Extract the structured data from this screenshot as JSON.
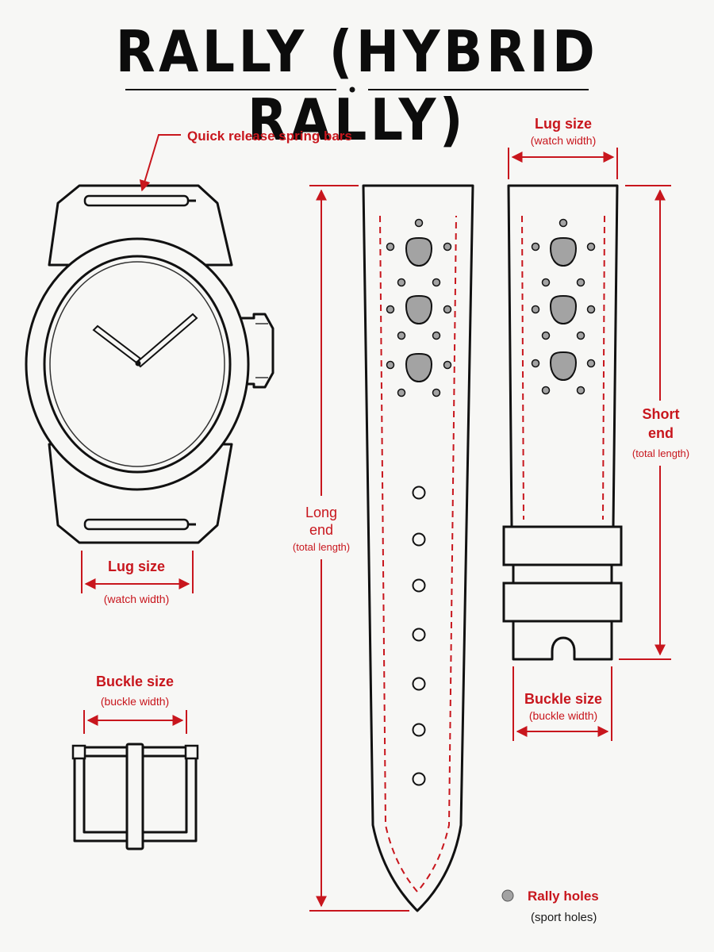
{
  "title": "RALLY (HYBRID RALLY)",
  "labels": {
    "spring_bars": "Quick release spring bars",
    "watch_lug_size": "Lug size",
    "watch_lug_sub": "(watch width)",
    "buckle_size_left": "Buckle size",
    "buckle_sub_left": "(buckle width)",
    "long_end_line1": "Long",
    "long_end_line2": "end",
    "long_end_sub": "(total length)",
    "strap_lug_size": "Lug size",
    "strap_lug_sub": "(watch width)",
    "short_end_line1": "Short",
    "short_end_line2": "end",
    "short_end_sub": "(total length)",
    "buckle_size_right": "Buckle size",
    "buckle_sub_right": "(buckle width)",
    "rally_holes": "Rally holes",
    "rally_holes_sub": "(sport holes)"
  },
  "colors": {
    "annotation": "#c8161d",
    "ink": "#111111",
    "rally_hole_fill": "#a3a3a3",
    "background": "#f7f7f5"
  },
  "icons": {
    "legend_marker": "rally-hole-icon"
  }
}
